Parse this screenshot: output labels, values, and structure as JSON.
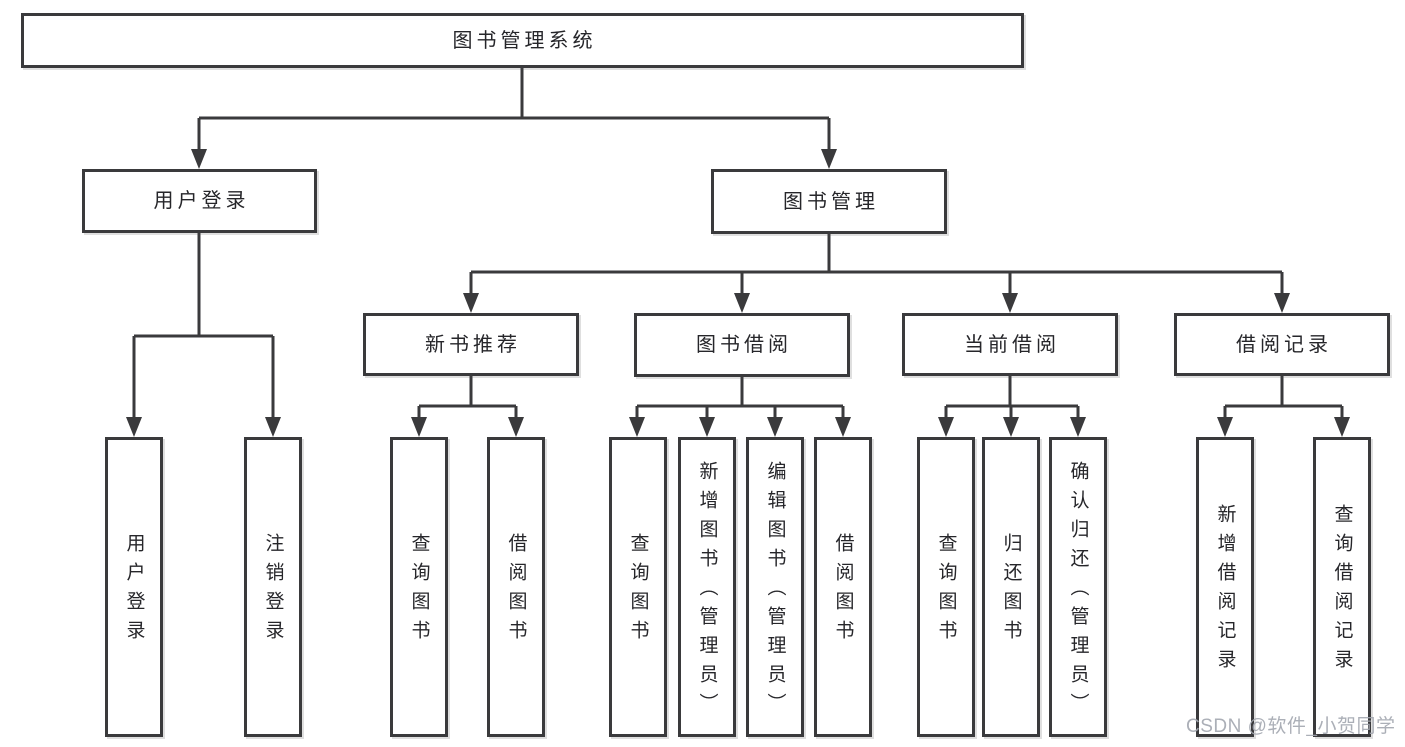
{
  "tree": {
    "root": "图书管理系统",
    "children": [
      {
        "label": "用户登录",
        "children": [
          "用户登录",
          "注销登录"
        ]
      },
      {
        "label": "图书管理",
        "children": [
          {
            "label": "新书推荐",
            "children": [
              "查询图书",
              "借阅图书"
            ]
          },
          {
            "label": "图书借阅",
            "children": [
              "查询图书",
              "新增图书（管理员）",
              "编辑图书（管理员）",
              "借阅图书"
            ]
          },
          {
            "label": "当前借阅",
            "children": [
              "查询图书",
              "归还图书",
              "确认归还（管理员）"
            ]
          },
          {
            "label": "借阅记录",
            "children": [
              "新增借阅记录",
              "查询借阅记录"
            ]
          }
        ]
      }
    ]
  },
  "watermark": {
    "text": "CSDN @软件_小贺同学"
  },
  "colors": {
    "line": "#3a3a3c",
    "box_border": "#3a3a3c",
    "box_fill": "#ffffff",
    "text": "#26262a",
    "watermark": "#a3a7b0",
    "background": "#ffffff"
  }
}
